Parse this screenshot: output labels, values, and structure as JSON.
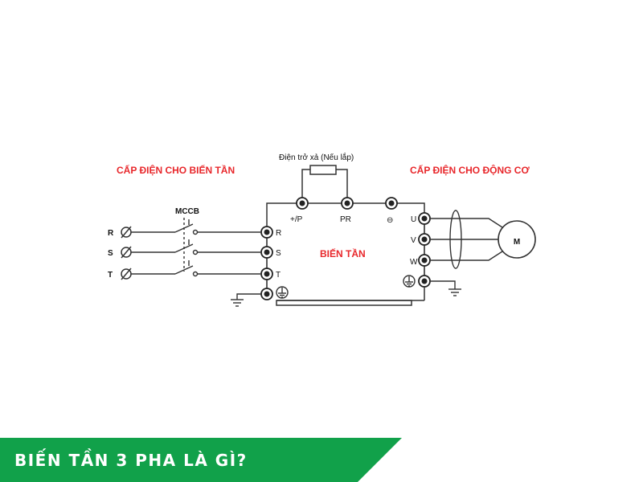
{
  "labels": {
    "supply_title": "CẤP ĐIỆN CHO BIẾN TẦN",
    "motor_title": "CẤP ĐIỆN CHO ĐỘNG CƠ",
    "resistor_note": "Điện trở xả (Nếu lắp)",
    "breaker": "MCCB",
    "inverter": "BIẾN TẦN",
    "motor": "M"
  },
  "phases": [
    "R",
    "S",
    "T"
  ],
  "inverter_inputs": [
    "R",
    "S",
    "T"
  ],
  "top_terminals": [
    "+/P",
    "PR",
    "⊖"
  ],
  "outputs": [
    "U",
    "V",
    "W"
  ],
  "banner": {
    "title": "BIẾN TẦN 3 PHA LÀ GÌ?"
  },
  "colors": {
    "accent_red": "#e8272b",
    "banner_green": "#11a14a",
    "line": "#333333"
  }
}
